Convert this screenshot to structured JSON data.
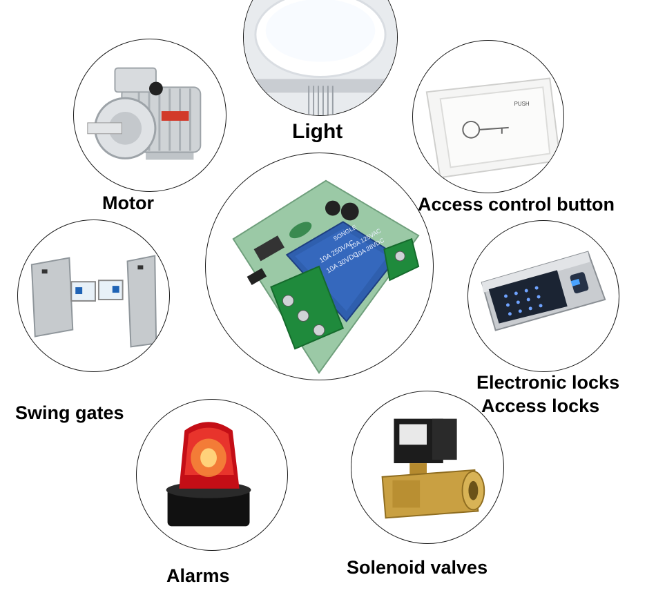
{
  "labels": {
    "light": "Light",
    "motor": "Motor",
    "access_button": "Access control button",
    "swing_gates": "Swing gates",
    "electronic_locks": "Electronic locks",
    "access_locks": "Access locks",
    "alarms": "Alarms",
    "solenoid_valves": "Solenoid valves"
  },
  "relay_text": {
    "brand": "SONGLE",
    "rating_1": "10A 250VAC",
    "rating_2": "10A 30VDC",
    "rating_3": "10A 125VAC",
    "rating_4": "10A 28VDC"
  },
  "button_text": "PUSH"
}
